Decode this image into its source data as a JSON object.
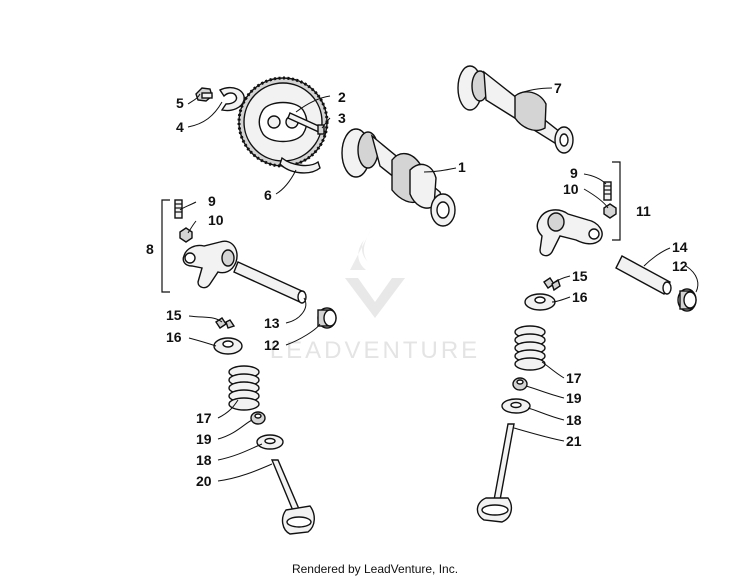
{
  "watermark": {
    "text": "LEADVENTURE"
  },
  "footer": {
    "text": "Rendered by LeadVenture, Inc."
  },
  "callouts": {
    "c1": "1",
    "c2": "2",
    "c3": "3",
    "c4": "4",
    "c5": "5",
    "c6": "6",
    "c7": "7",
    "c8": "8",
    "c9a": "9",
    "c10a": "10",
    "c9b": "9",
    "c10b": "10",
    "c11": "11",
    "c12a": "12",
    "c13": "13",
    "c14": "14",
    "c12b": "12",
    "c15a": "15",
    "c16a": "16",
    "c15b": "15",
    "c16b": "16",
    "c17a": "17",
    "c19a": "19",
    "c18a": "18",
    "c20": "20",
    "c17b": "17",
    "c19b": "19",
    "c18b": "18",
    "c21": "21"
  }
}
